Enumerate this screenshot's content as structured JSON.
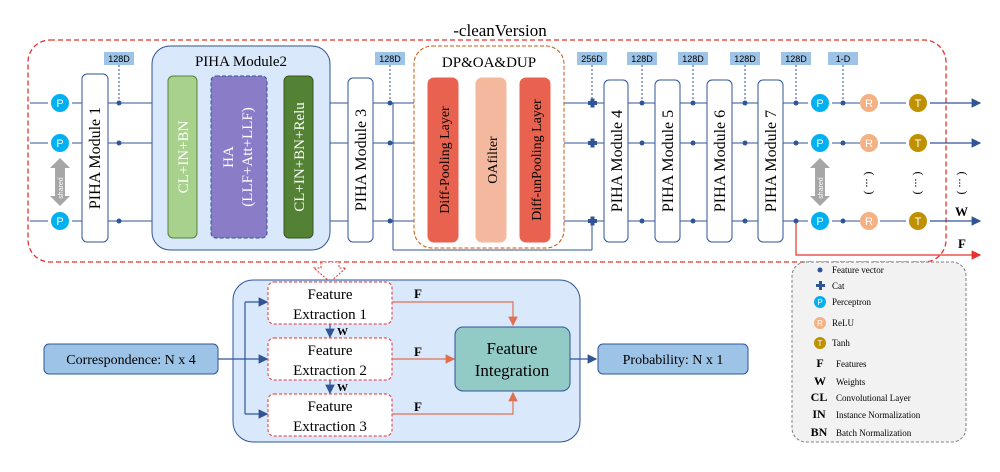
{
  "title": "-cleanVersion",
  "tags": {
    "d128": "128D",
    "d256": "256D",
    "d1": "1-D"
  },
  "modules": {
    "m1": "PIHA Module 1",
    "m2": "PIHA Module2",
    "m3": "PIHA Module 3",
    "m4": "PIHA Module 4",
    "m5": "PIHA Module 5",
    "m6": "PIHA Module 6",
    "m7": "PIHA Module 7"
  },
  "module2_layers": {
    "cl_in_bn": "CL+IN+BN",
    "ha_line1": "HA",
    "ha_line2": "(LLF+Att+LLF)",
    "cl_in_bn_relu": "CL+IN+BN+Relu"
  },
  "dp_group": {
    "title": "DP&OA&DUP",
    "pool": "Diff-Pooling Layer",
    "oa": "OAfilter",
    "unpool": "Diff-unPooling Layer"
  },
  "glyphs": {
    "p": "P",
    "r": "R",
    "t": "T",
    "shared": "shared",
    "dots": "( ... )"
  },
  "outputs": {
    "w": "W",
    "f": "F"
  },
  "bottom": {
    "input": "Correspondence: N x 4",
    "fe1_l1": "Feature",
    "fe1_l2": "Extraction 1",
    "fe2_l1": "Feature",
    "fe2_l2": "Extraction 2",
    "fe3_l1": "Feature",
    "fe3_l2": "Extraction 3",
    "fi_l1": "Feature",
    "fi_l2": "Integration",
    "output": "Probability: N x 1",
    "w": "W",
    "f": "F"
  },
  "legend": {
    "feature_vector": "Feature vector",
    "cat": "Cat",
    "perceptron": "Perceptron",
    "relu": "ReLU",
    "tanh": "Tanh",
    "f_sym": "F",
    "f_label": "Features",
    "w_sym": "W",
    "w_label": "Weights",
    "cl_sym": "CL",
    "cl_label": "Convolutional Layer",
    "in_sym": "IN",
    "in_label": "Instance Normalization",
    "bn_sym": "BN",
    "bn_label": "Batch Normalization"
  },
  "colors": {
    "accent_red": "#e8312f",
    "dark_blue": "#2f5597",
    "perceptron": "#00b0f0",
    "relu": "#f4b183",
    "tanh": "#bf9000",
    "tag_fill": "#9dc3e6",
    "light_green": "#a9d18e",
    "purple": "#8b7cc8",
    "dark_green": "#548235",
    "salmon_red": "#e8624f",
    "peach": "#f4b89f",
    "panel_blue": "#dae8fc",
    "teal": "#92cbc6",
    "orange_arrow": "#e07050"
  }
}
